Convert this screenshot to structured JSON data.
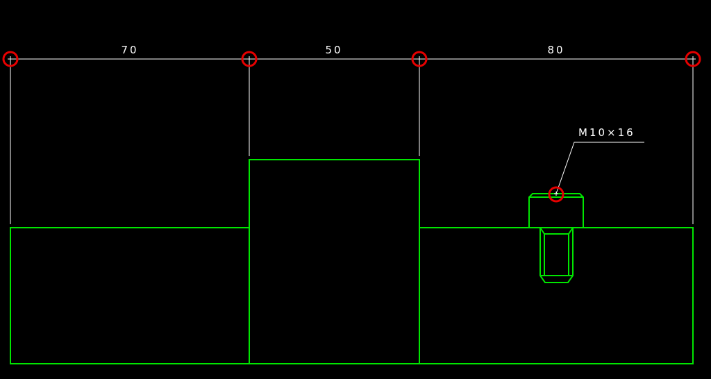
{
  "colors": {
    "background": "#000000",
    "geometry": "#00e600",
    "dimension": "#ffffff",
    "marker": "#e60000"
  },
  "dimensions": [
    {
      "id": "dim-1",
      "value": "70"
    },
    {
      "id": "dim-2",
      "value": "50"
    },
    {
      "id": "dim-3",
      "value": "80"
    }
  ],
  "annotation": {
    "thread_callout": "M10×16"
  }
}
